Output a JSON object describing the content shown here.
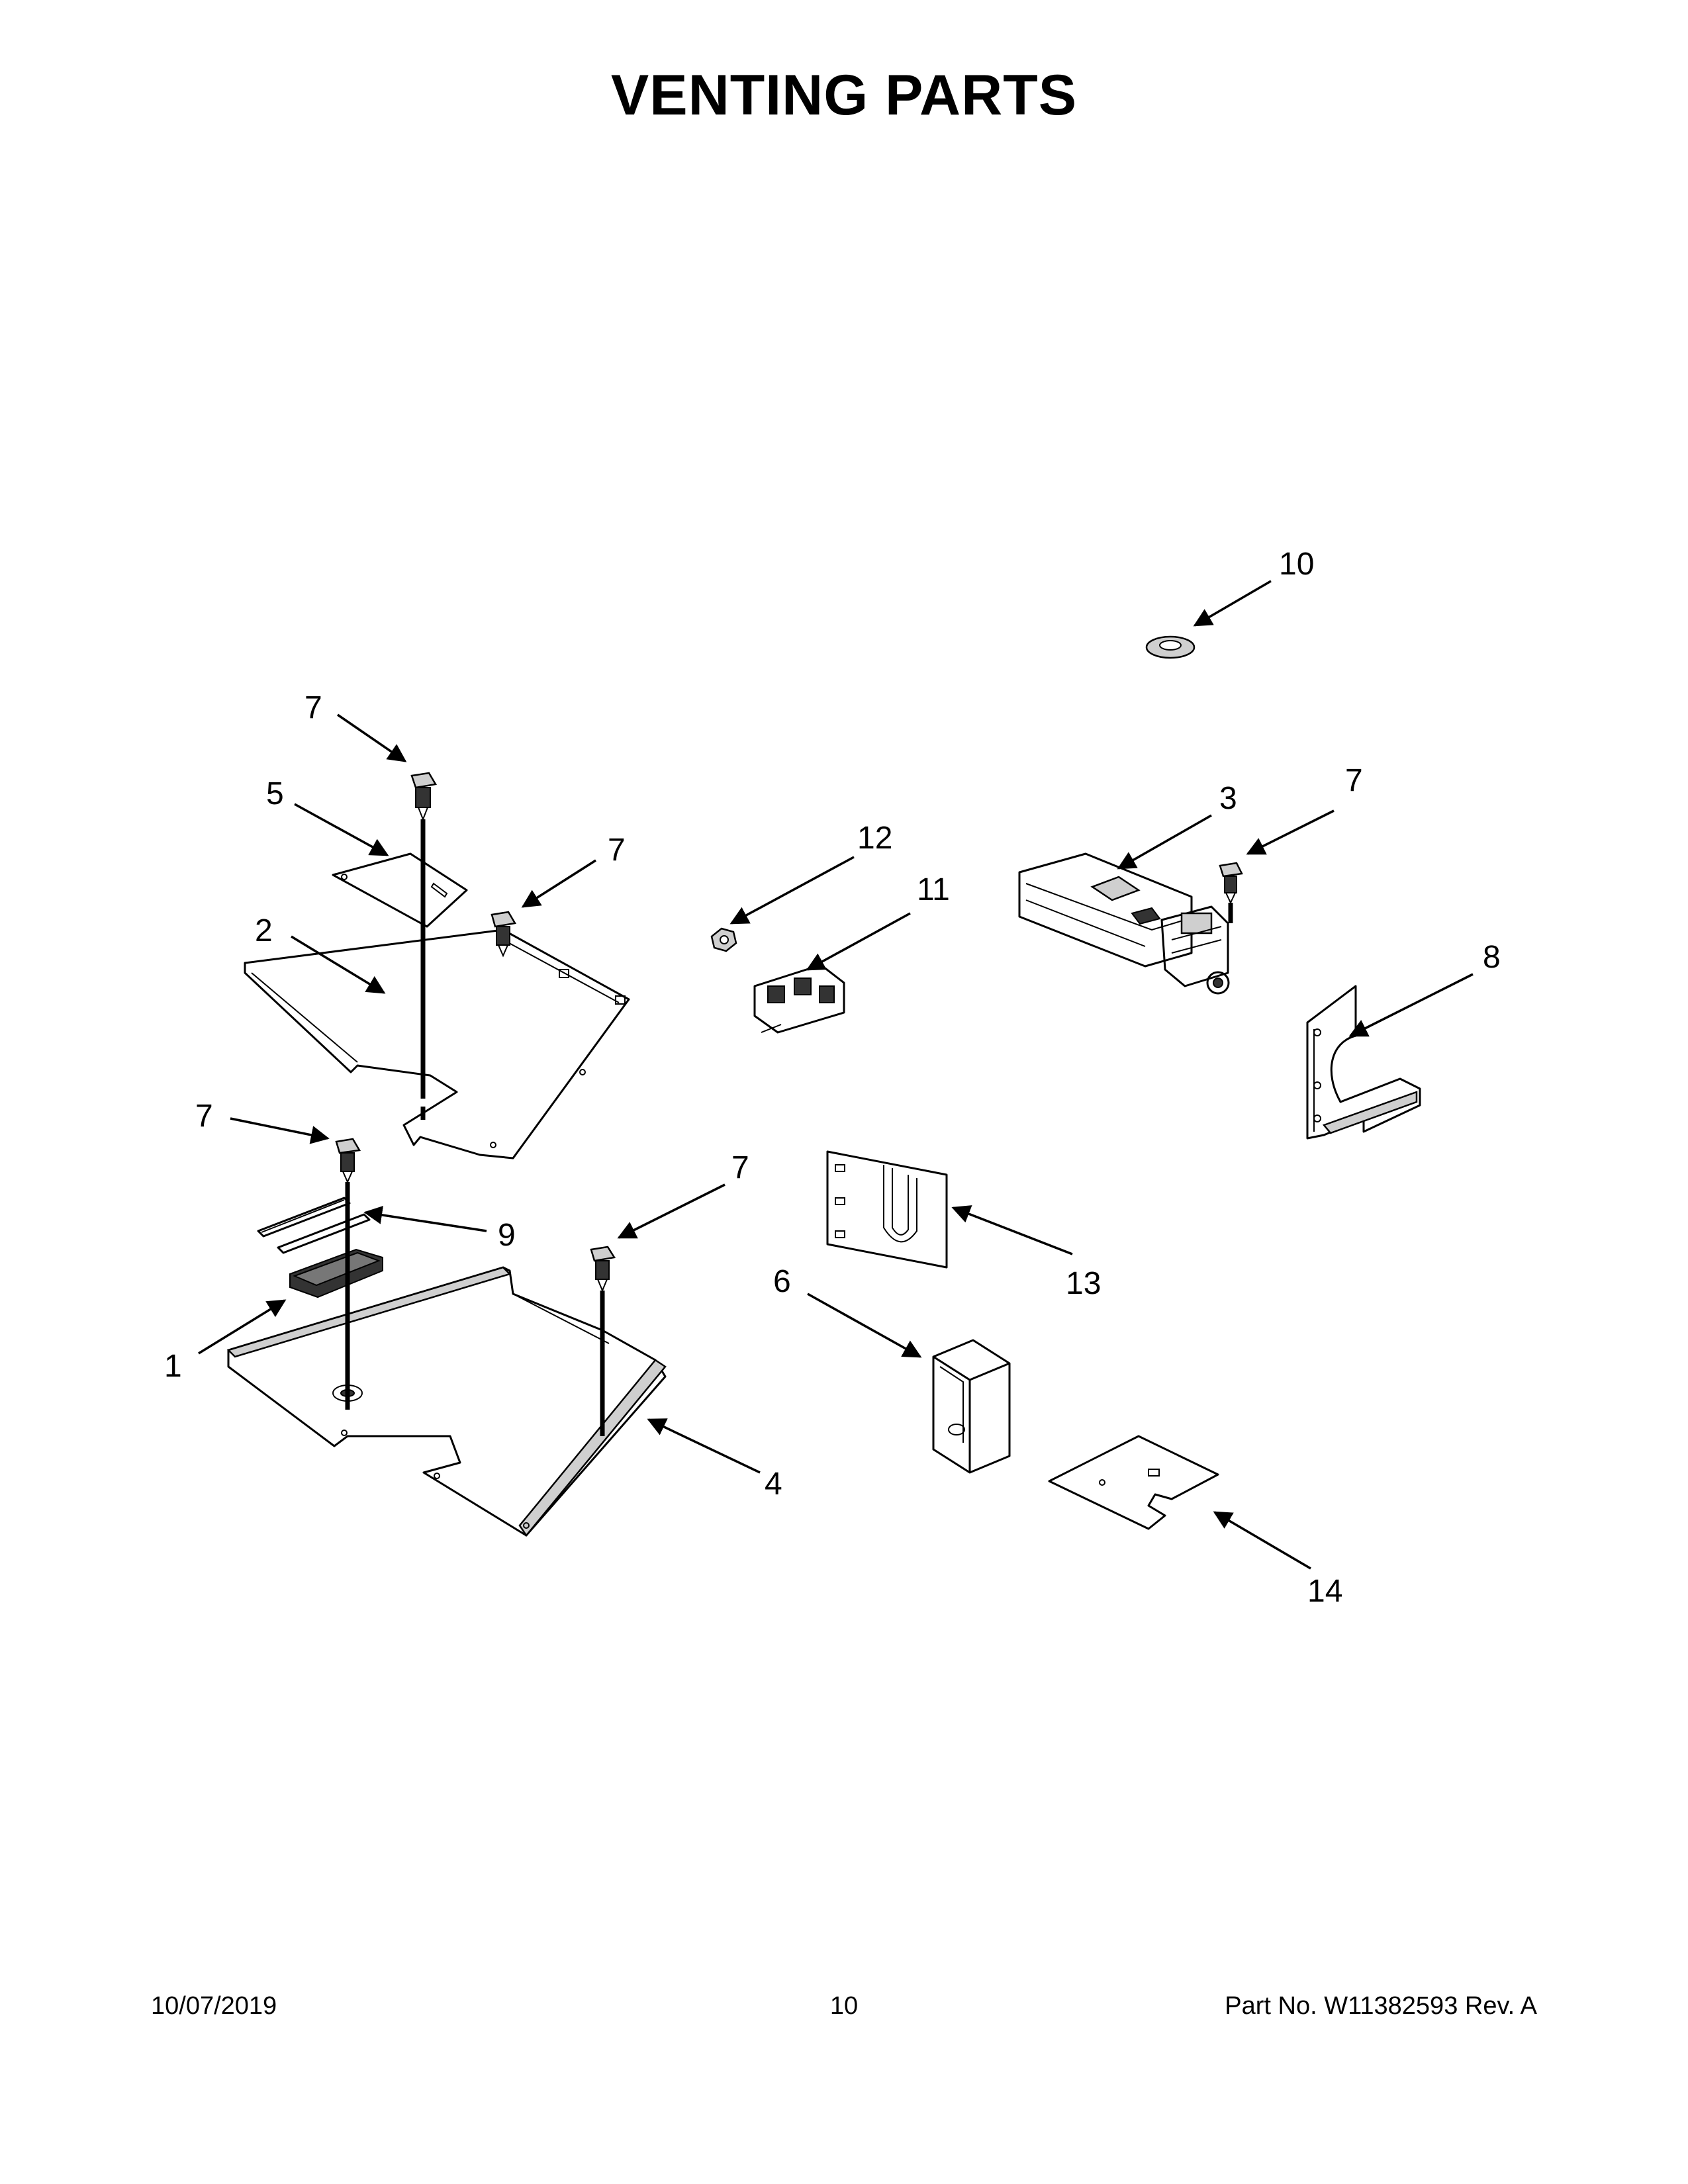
{
  "title": "VENTING PARTS",
  "callouts": [
    "1",
    "2",
    "3",
    "4",
    "5",
    "6",
    "7",
    "7",
    "7",
    "7",
    "7",
    "8",
    "9",
    "10",
    "11",
    "12",
    "13",
    "14"
  ],
  "footer": {
    "date": "10/07/2019",
    "page": "10",
    "part_no": "Part No.  W11382593  Rev.  A"
  }
}
